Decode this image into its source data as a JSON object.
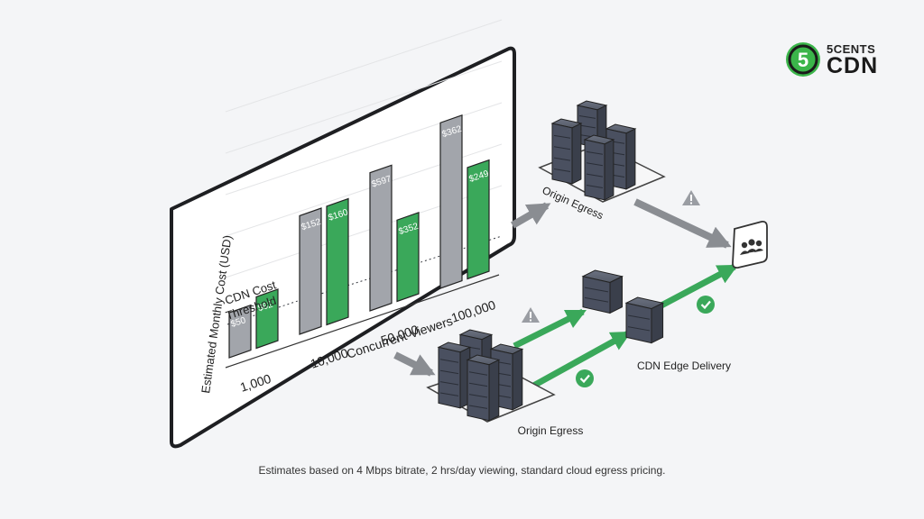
{
  "chart_data": {
    "type": "bar",
    "categories": [
      "1,000",
      "10,000",
      "50,000",
      "100,000"
    ],
    "series": [
      {
        "values": [
          50,
          152,
          597,
          362
        ],
        "labels": [
          "$50",
          "$152",
          "$597",
          "$362"
        ],
        "color": "#a2a5ab"
      },
      {
        "values": [
          62,
          160,
          352,
          249
        ],
        "labels": [
          "$62",
          "$160",
          "$352",
          "$249"
        ],
        "color": "#3aa85a"
      }
    ],
    "xlabel": "Concurrent Viewers",
    "ylabel": "Estimated Monthly Cost (USD)",
    "threshold_label": [
      "CDN Cost",
      "Threshold"
    ],
    "grid": true
  },
  "diagram": {
    "upper_origin_label": "Origin Egress",
    "lower_origin_label": "Origin Egress",
    "edge_label": "CDN Edge Delivery",
    "upper_path_status": "warning-icon",
    "lower_path_status": [
      "warning-icon",
      "check-icon",
      "check-icon"
    ],
    "audience_icon": "users-icon"
  },
  "colors": {
    "green": "#3aa85a",
    "gray_bar": "#a2a5ab",
    "server": "#4a5060",
    "arrow_gray": "#8a8d92"
  },
  "logo": {
    "badge": "5",
    "top": "5CENTS",
    "bottom": "CDN"
  },
  "caption": "Estimates based on 4 Mbps bitrate, 2 hrs/day viewing, standard cloud egress pricing."
}
